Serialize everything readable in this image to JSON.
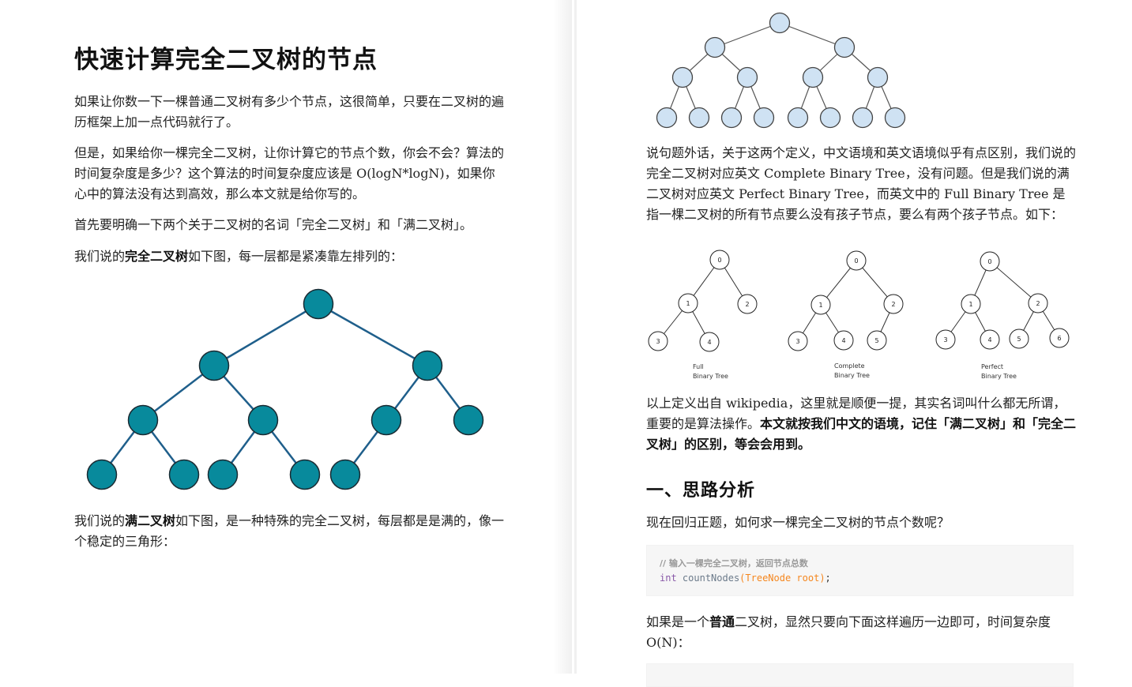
{
  "left_page": {
    "title": "快速计算完全二叉树的节点",
    "paragraphs": {
      "p1": "如果让你数一下一棵普通二叉树有多少个节点，这很简单，只要在二叉树的遍历框架上加一点代码就行了。",
      "p2": "但是，如果给你一棵完全二叉树，让你计算它的节点个数，你会不会？算法的时间复杂度是多少？这个算法的时间复杂度应该是 O(logN*logN)，如果你心中的算法没有达到高效，那么本文就是给你写的。",
      "p3": "首先要明确一下两个关于二叉树的名词「完全二叉树」和「满二叉树」。",
      "p4_pre": "我们说的",
      "p4_bold": "完全二叉树",
      "p4_post": "如下图，每一层都是紧凑靠左排列的：",
      "p5_pre": "我们说的",
      "p5_bold": "满二叉树",
      "p5_post": "如下图，是一种特殊的完全二叉树，每层都是是满的，像一个稳定的三角形："
    },
    "complete_tree_figure": {
      "node_fill": "#088a9c",
      "node_stroke": "#1b2b33",
      "edge_color": "#1f5f8b",
      "node_count": 11
    }
  },
  "right_page": {
    "perfect_tree_figure": {
      "node_fill": "#cfe2f3",
      "node_stroke": "#444444",
      "edge_color": "#555555",
      "node_count": 15
    },
    "paragraphs": {
      "p1": "说句题外话，关于这两个定义，中文语境和英文语境似乎有点区别，我们说的完全二叉树对应英文 Complete Binary Tree，没有问题。但是我们说的满二叉树对应英文 Perfect Binary Tree，而英文中的 Full Binary Tree 是指一棵二叉树的所有节点要么没有孩子节点，要么有两个孩子节点。如下：",
      "p2_pre": "以上定义出自 wikipedia，这里就是顺便一提，其实名词叫什么都无所谓，重要的是算法操作。",
      "p2_bold": "本文就按我们中文的语境，记住「满二叉树」和「完全二叉树」的区别，等会会用到。",
      "p3": "现在回归正题，如何求一棵完全二叉树的节点个数呢？",
      "p4_pre": "如果是一个",
      "p4_bold": "普通",
      "p4_post": "二叉树，显然只要向下面这样遍历一边即可，时间复杂度 O(N)："
    },
    "comparison_figure": {
      "trees": [
        {
          "caption_line1": "Full",
          "caption_line2": "Binary Tree",
          "nodes": [
            "0",
            "1",
            "2",
            "3",
            "4"
          ]
        },
        {
          "caption_line1": "Complete",
          "caption_line2": "Binary Tree",
          "nodes": [
            "0",
            "1",
            "2",
            "3",
            "4",
            "5"
          ]
        },
        {
          "caption_line1": "Perfect",
          "caption_line2": "Binary Tree",
          "nodes": [
            "0",
            "1",
            "2",
            "3",
            "4",
            "5",
            "6"
          ]
        }
      ]
    },
    "section_heading": "一、思路分析",
    "code_block": {
      "comment": "// 输入一棵完全二叉树，返回节点总数",
      "keyword": "int",
      "function": "countNodes",
      "params": "(TreeNode root)",
      "terminator": ";"
    }
  }
}
